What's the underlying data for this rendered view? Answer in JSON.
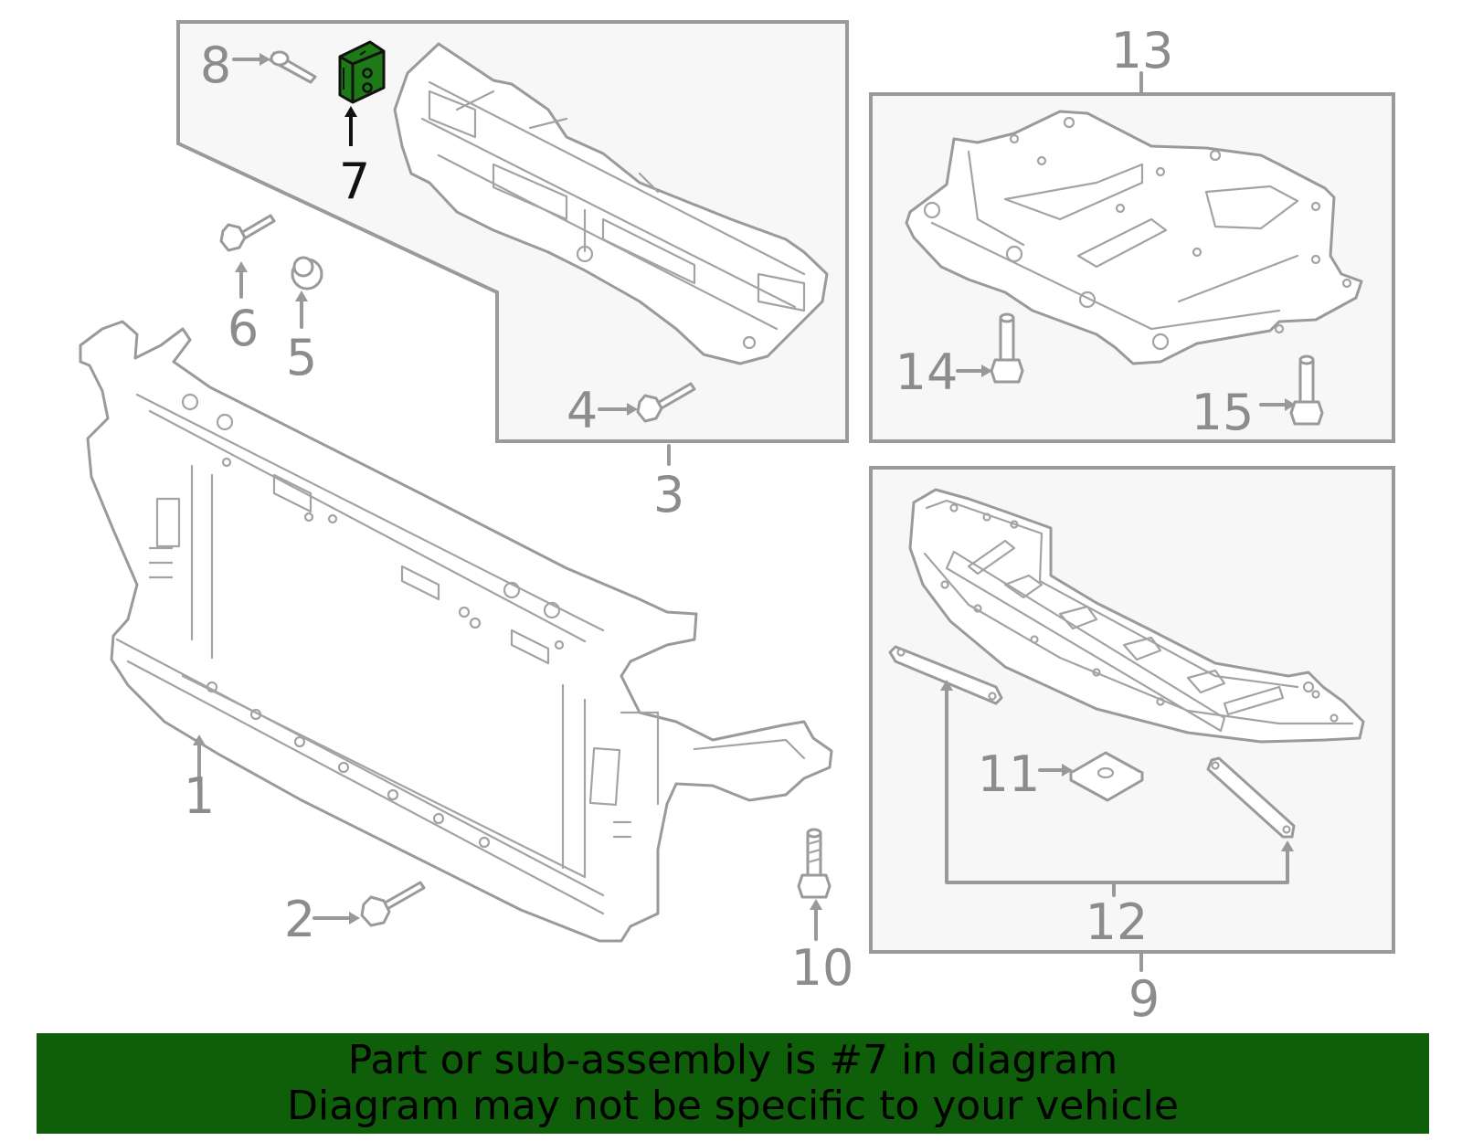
{
  "banner": {
    "line1": "Part or sub-assembly is #7 in diagram",
    "line2": "Diagram may not be specific to your vehicle"
  },
  "colors": {
    "banner_bg": "#0f5e0a",
    "highlight_part": "#1e7a16",
    "linework": "#999999",
    "callout_text": "#8c8c8c",
    "panel_bg": "#f7f7f7"
  },
  "highlighted_callout": "7",
  "callouts": {
    "c1": "1",
    "c2": "2",
    "c3": "3",
    "c4": "4",
    "c5": "5",
    "c6": "6",
    "c7": "7",
    "c8": "8",
    "c9": "9",
    "c10": "10",
    "c11": "11",
    "c12": "12",
    "c13": "13",
    "c14": "14",
    "c15": "15"
  }
}
